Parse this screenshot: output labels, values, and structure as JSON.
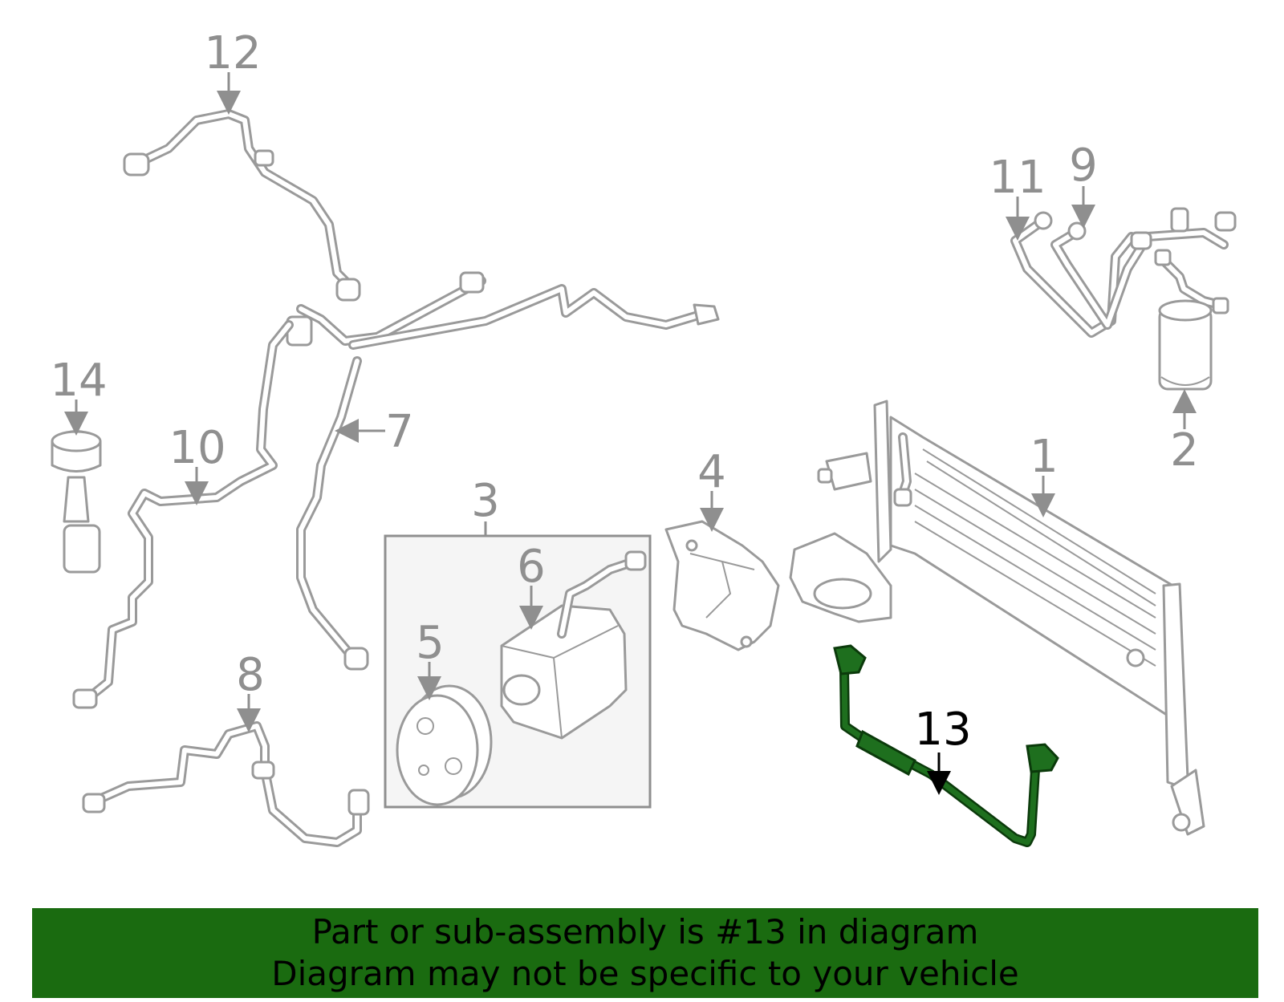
{
  "callouts": [
    {
      "id": "1",
      "text": "1"
    },
    {
      "id": "2",
      "text": "2"
    },
    {
      "id": "3",
      "text": "3"
    },
    {
      "id": "4",
      "text": "4"
    },
    {
      "id": "5",
      "text": "5"
    },
    {
      "id": "6",
      "text": "6"
    },
    {
      "id": "7",
      "text": "7"
    },
    {
      "id": "8",
      "text": "8"
    },
    {
      "id": "9",
      "text": "9"
    },
    {
      "id": "10",
      "text": "10"
    },
    {
      "id": "11",
      "text": "11"
    },
    {
      "id": "12",
      "text": "12"
    },
    {
      "id": "13",
      "text": "13"
    },
    {
      "id": "14",
      "text": "14"
    }
  ],
  "highlighted_part": "13",
  "colors": {
    "highlight": "#1e6f1e",
    "banner": "#1a6b10",
    "part_outline": "#9a9a9a"
  },
  "banner": {
    "line1": "Part or sub-assembly is #13 in diagram",
    "line2": "Diagram may not be specific to your vehicle"
  }
}
